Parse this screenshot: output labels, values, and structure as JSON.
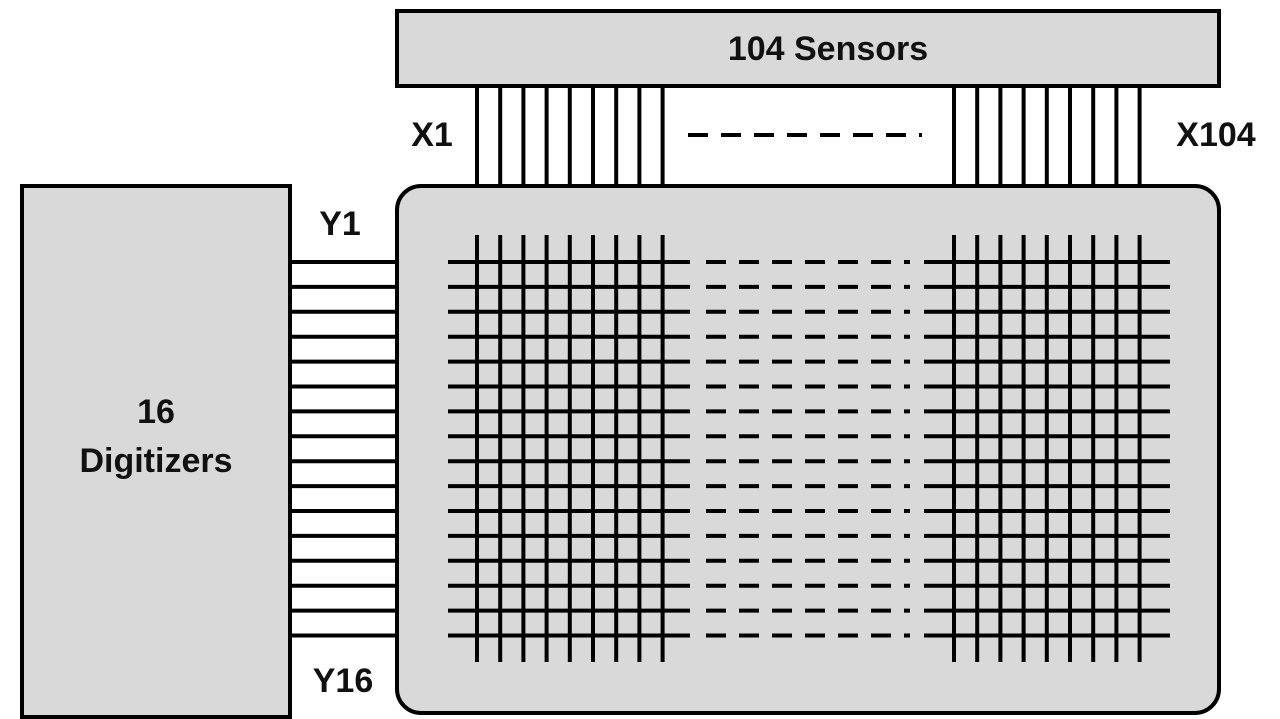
{
  "sensors_label": "104 Sensors",
  "digitizers_label_line1": "16",
  "digitizers_label_line2": "Digitizers",
  "x_first_label": "X1",
  "x_last_label": "X104",
  "y_first_label": "Y1",
  "y_last_label": "Y16",
  "sensor_count": 104,
  "digitizer_count": 16,
  "colors": {
    "box_fill": "#d9d9d9",
    "line": "#000000",
    "background": "#ffffff"
  }
}
